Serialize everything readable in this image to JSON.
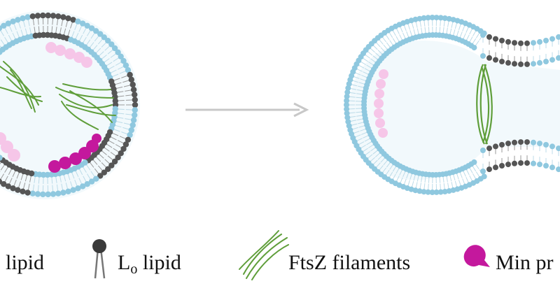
{
  "legend": {
    "ld_lipid": {
      "label": "lipid"
    },
    "lo_lipid": {
      "label_main": "L",
      "label_sub": "o",
      "label_rest": " lipid"
    },
    "ftsz": {
      "label": "FtsZ filaments"
    },
    "min_protein": {
      "label": "Min pr"
    }
  },
  "colors": {
    "ld_lipid": "#8fc8df",
    "lo_lipid": "#555555",
    "ftsz": "#5f9e3a",
    "min_protein": "#c4189d",
    "min_protein_light": "#f6c6e8",
    "arrow": "#c8c8c8",
    "vesicle_interior": "#eef7fb"
  }
}
